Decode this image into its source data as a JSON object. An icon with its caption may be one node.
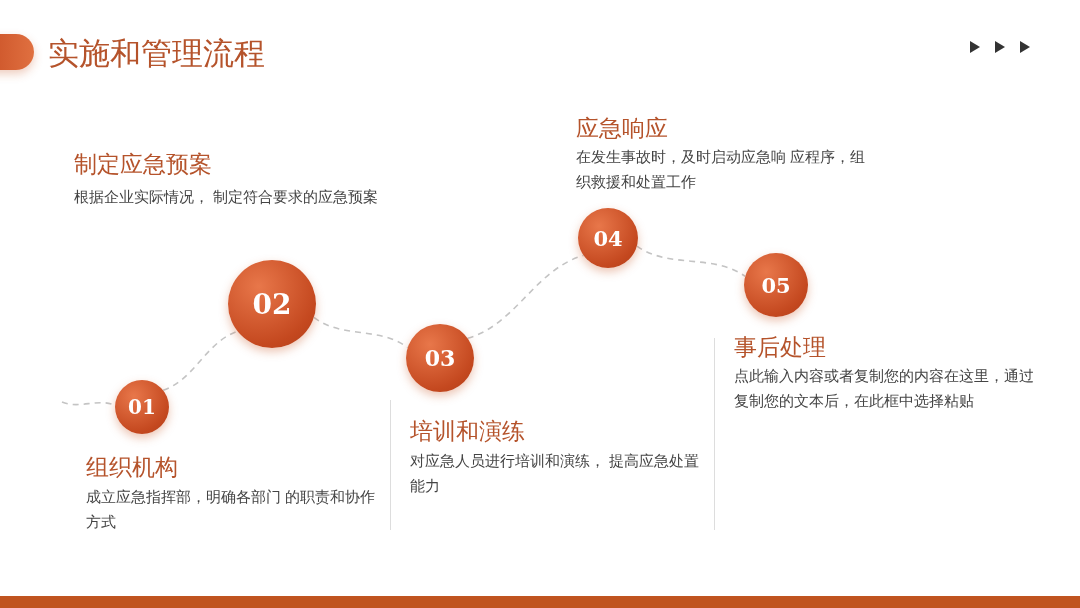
{
  "diagram": {
    "title": "实施和管理流程",
    "nodes": [
      {
        "text": [
          "01"
        ],
        "beside": [
          "组织机构",
          "成立应急指挥部，明确各部门 的职责和协作方式"
        ]
      },
      {
        "text": [
          "02"
        ],
        "beside": [
          "制定应急预案",
          "根据企业实际情况， 制定符合要求的应急预案"
        ]
      },
      {
        "text": [
          "03"
        ],
        "beside": [
          "培训和演练",
          "对应急人员进行培训和演练， 提高应急处置能力"
        ]
      },
      {
        "text": [
          "04"
        ],
        "beside": [
          "应急响应",
          "在发生事故时，及时启动应急响 应程序，组织救援和处置工作"
        ]
      },
      {
        "text": [
          "05"
        ],
        "beside": [
          "事后处理",
          "点此输入内容或者复制您的内容在这里，通过复制您的文本后，在此框中选择粘贴"
        ]
      }
    ],
    "edges": [
      {
        "from": null,
        "to": 0,
        "arrow": "none",
        "style": "dashed"
      },
      {
        "from": 0,
        "to": 1,
        "arrow": "none",
        "style": "dashed"
      },
      {
        "from": 1,
        "to": 2,
        "arrow": "none",
        "style": "dashed"
      },
      {
        "from": 2,
        "to": 3,
        "arrow": "none",
        "style": "dashed"
      },
      {
        "from": 3,
        "to": 4,
        "arrow": "none",
        "style": "dashed"
      }
    ]
  }
}
